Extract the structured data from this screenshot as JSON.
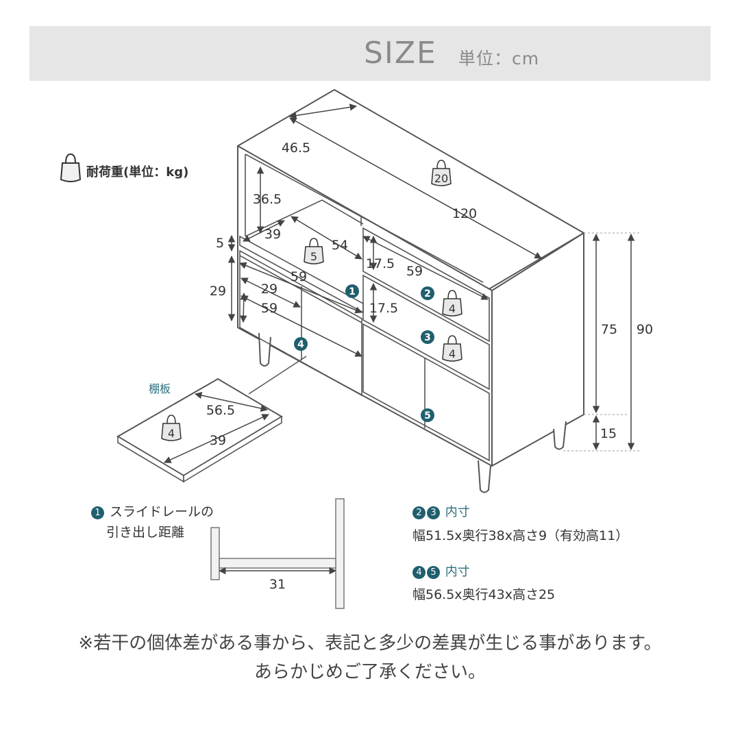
{
  "header": {
    "title": "SIZE",
    "unit": "単位：cm"
  },
  "load_legend": {
    "icon": "weight-icon",
    "label": "耐荷重(単位：kg)"
  },
  "dimensions": {
    "depth": "46.5",
    "width": "120",
    "top_opening_height": "36.5",
    "inner_depth_39": "39",
    "inner_width_54": "54",
    "panel_5": "5",
    "drawer_gap_175_a": "17.5",
    "drawer_width_59_right": "59",
    "slide_59_left": "59",
    "left_height_29": "29",
    "left_inner_29": "29",
    "left_width_59": "59",
    "drawer_gap_175_b": "17.5",
    "height_75": "75",
    "height_90": "90",
    "leg_15": "15"
  },
  "loads": {
    "top": "20",
    "shelf_opening": "5",
    "drawer_2": "4",
    "drawer_3": "4",
    "loose_shelf": "4"
  },
  "markers": [
    "1",
    "2",
    "3",
    "4",
    "5"
  ],
  "shelf": {
    "label": "棚板",
    "width": "56.5",
    "depth": "39"
  },
  "slide_rail": {
    "label_line1": "スライドレールの",
    "label_line2": "引き出し距離",
    "distance": "31"
  },
  "inner_23": {
    "heading": "内寸",
    "text": "幅51.5x奥行38x高さ9（有効高11）"
  },
  "inner_45": {
    "heading": "内寸",
    "text": "幅56.5x奥行43x高さ25"
  },
  "notes": {
    "line1": "※若干の個体差がある事から、表記と多少の差異が生じる事があります。",
    "line2": "あらかじめご了承ください。"
  },
  "colors": {
    "marker": "#1f5f6e",
    "accent_text": "#2b6f7f",
    "header_bg": "#e6e6e6"
  }
}
